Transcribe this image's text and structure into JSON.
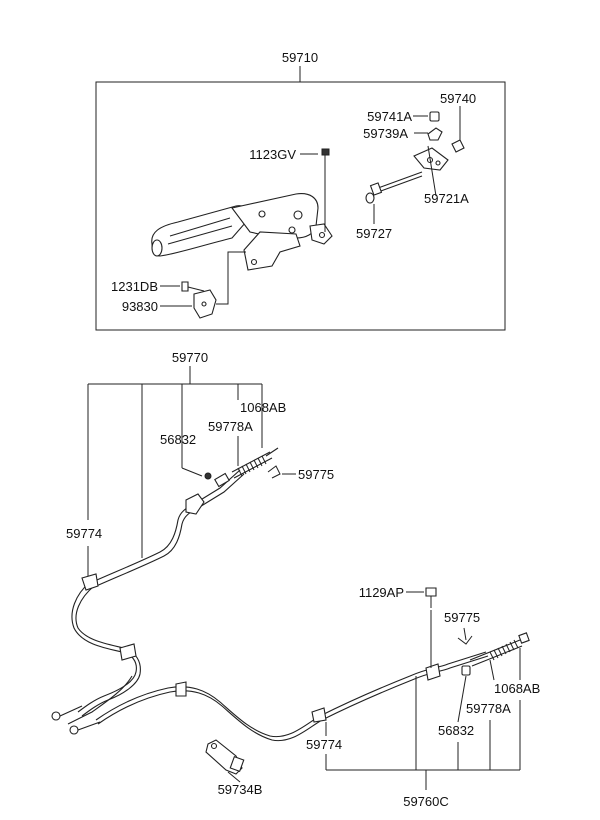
{
  "callouts": {
    "p59710": "59710",
    "p59740": "59740",
    "p59741A": "59741A",
    "p59739A": "59739A",
    "p1123GV": "1123GV",
    "p59721A": "59721A",
    "p59727": "59727",
    "p1231DB": "1231DB",
    "p93830": "93830",
    "p59770": "59770",
    "p1068AB_a": "1068AB",
    "p59778A_a": "59778A",
    "p56832_a": "56832",
    "p59775_a": "59775",
    "p59774_a": "59774",
    "p1129AP": "1129AP",
    "p59775_b": "59775",
    "p1068AB_b": "1068AB",
    "p59778A_b": "59778A",
    "p56832_b": "56832",
    "p59774_b": "59774",
    "p59734B": "59734B",
    "p59760C": "59760C"
  },
  "colors": {
    "line": "#222222",
    "background": "#ffffff"
  }
}
